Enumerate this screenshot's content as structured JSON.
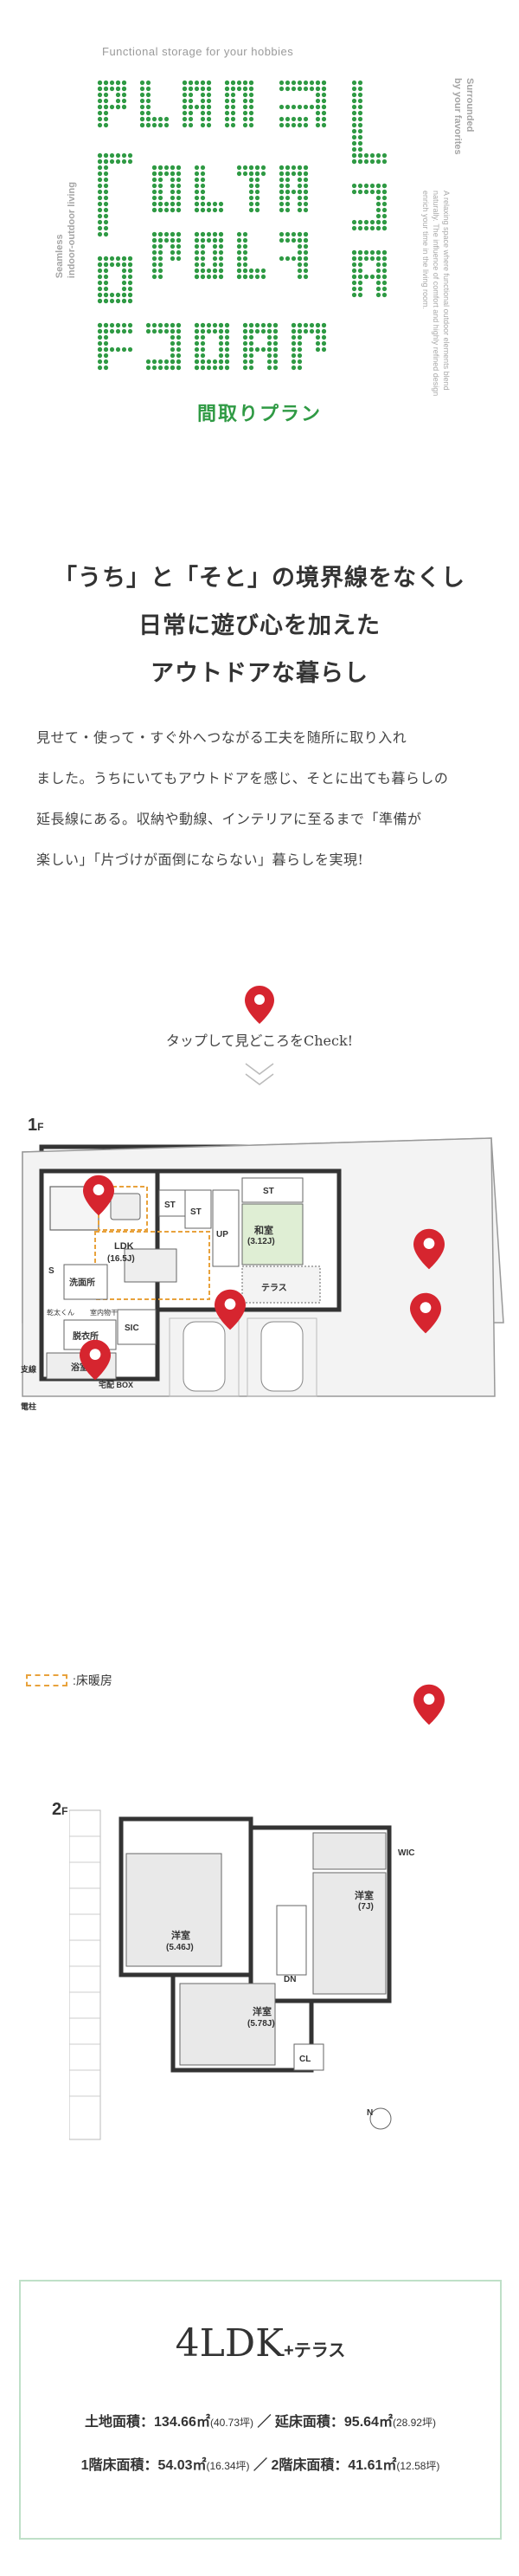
{
  "hero": {
    "tagline_top": "Functional storage for your hobbies",
    "side_right_title_1": "Surrounded",
    "side_right_title_2": "by your favorites",
    "side_right_desc": "A relaxing space where functional outdoor elements blend naturally. The influence of comfort and highly refined design enrich your time in the living room.",
    "side_left_1": "Seamless",
    "side_left_2": "indoor-outdoor living",
    "madori_title": "間取りプラン",
    "logo_color": "#2f9a44"
  },
  "copy": {
    "headline_1": "「うち」と「そと」の境界線をなくし",
    "headline_2": "日常に遊び心を加えた",
    "headline_3": "アウトドアな暮らし",
    "body_1": "見せて・使って・すぐ外へつながる工夫を随所に取り入れ",
    "body_2": "ました。うちにいてもアウトドアを感じ、そとに出ても暮らしの",
    "body_3": "延長線にある。収納や動線、インテリアに至るまで「準備が",
    "body_4": "楽しい」「片づけが面倒にならない」暮らしを実現!"
  },
  "tap": {
    "label": "タップして見どころをCheck!",
    "pin_color": "#d6252f"
  },
  "floor1": {
    "label": "1",
    "label_suffix": "F",
    "rooms": {
      "ldk": "LDK",
      "ldk_size": "(16.5J)",
      "washitsu": "和室",
      "washitsu_size": "(3.12J)",
      "st": "ST",
      "up": "UP",
      "senmen": "洗面所",
      "datsui": "脱衣所",
      "yokushitsu": "浴室",
      "terrace": "テラス",
      "sic": "SIC",
      "kansou": "乾太くん",
      "monohoshi": "室内物干",
      "takuhai": "宅配 BOX",
      "shisen": "支線",
      "denchu": "電柱",
      "s": "S"
    }
  },
  "legend": {
    "label": ":床暖房",
    "color": "#e8a23c"
  },
  "floor2": {
    "label": "2",
    "label_suffix": "F",
    "rooms": {
      "yoshitsu_a": "洋室",
      "yoshitsu_a_size": "(5.46J)",
      "yoshitsu_b": "洋室",
      "yoshitsu_b_size": "(5.78J)",
      "yoshitsu_c": "洋室",
      "yoshitsu_c_size": "(7J)",
      "wic": "WIC",
      "dn": "DN",
      "cl": "CL",
      "north": "N"
    }
  },
  "spec": {
    "title_main": "4LDK",
    "title_sub": "+テラス",
    "site_label": "土地面積：134.66㎡",
    "site_tsubo": "(40.73坪)",
    "floor_label": "／ 延床面積：95.64㎡",
    "floor_tsubo": "(28.92坪)",
    "f1_label": "1階床面積：54.03㎡",
    "f1_tsubo": "(16.34坪)",
    "f2_label": "／ 2階床面積：41.61㎡",
    "f2_tsubo": "(12.58坪)",
    "border_color": "#bfe0c8"
  }
}
